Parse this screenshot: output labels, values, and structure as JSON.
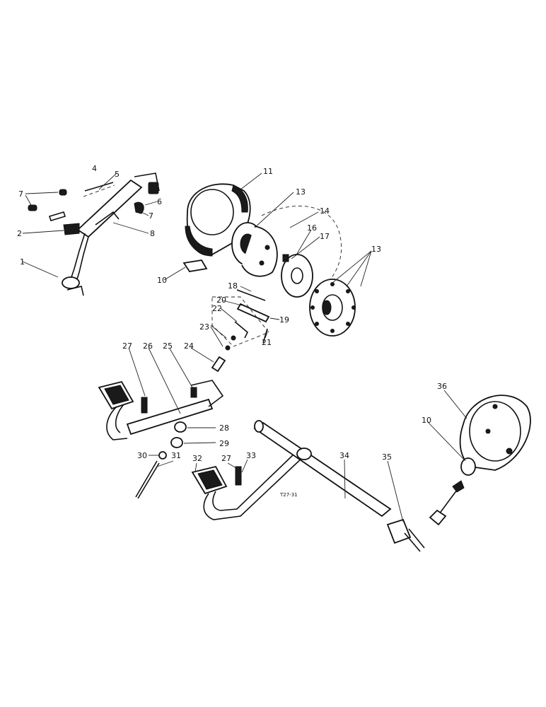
{
  "diagram": {
    "ref_code": "T27-31",
    "labels": [
      "1",
      "2",
      "4",
      "5",
      "6",
      "7",
      "7",
      "8",
      "10",
      "10",
      "11",
      "13",
      "13",
      "14",
      "16",
      "17",
      "18",
      "19",
      "20",
      "21",
      "22",
      "23",
      "24",
      "25",
      "26",
      "27",
      "27",
      "28",
      "29",
      "30",
      "31",
      "32",
      "33",
      "34",
      "35",
      "36"
    ]
  }
}
